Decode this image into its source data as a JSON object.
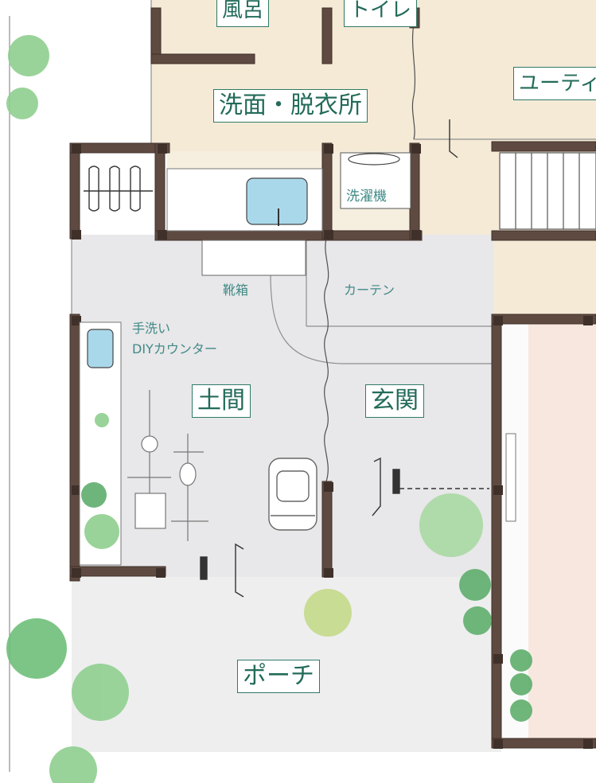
{
  "rooms": {
    "bath": "風呂",
    "toilet": "トイレ",
    "washroom": "洗面・脱衣所",
    "utility": "ユーティ",
    "doma": "土間",
    "genkan": "玄関",
    "porch": "ポーチ"
  },
  "notes": {
    "washing_machine": "洗濯機",
    "shoe_box": "靴箱",
    "curtain": "カーテン",
    "hand_wash_line1": "手洗い",
    "hand_wash_line2": "DIYカウンター"
  },
  "colors": {
    "wall": "#5e4a40",
    "wall_post": "#3f302a",
    "wet_floor": "#f4ead6",
    "entry_floor": "#e8e7e9",
    "label_border": "#2f7a68",
    "label_text": "#236b5a",
    "note_text": "#3f8a86",
    "water": "#a9d8ea",
    "plants": "#5fae6d"
  },
  "icons": [
    "bicycle-icon",
    "stroller-icon",
    "sink-icon",
    "hand-basin-icon",
    "washing-machine-icon",
    "shrub-icon",
    "door-swing-icon",
    "stairs-icon",
    "shoe-rack-icon"
  ]
}
